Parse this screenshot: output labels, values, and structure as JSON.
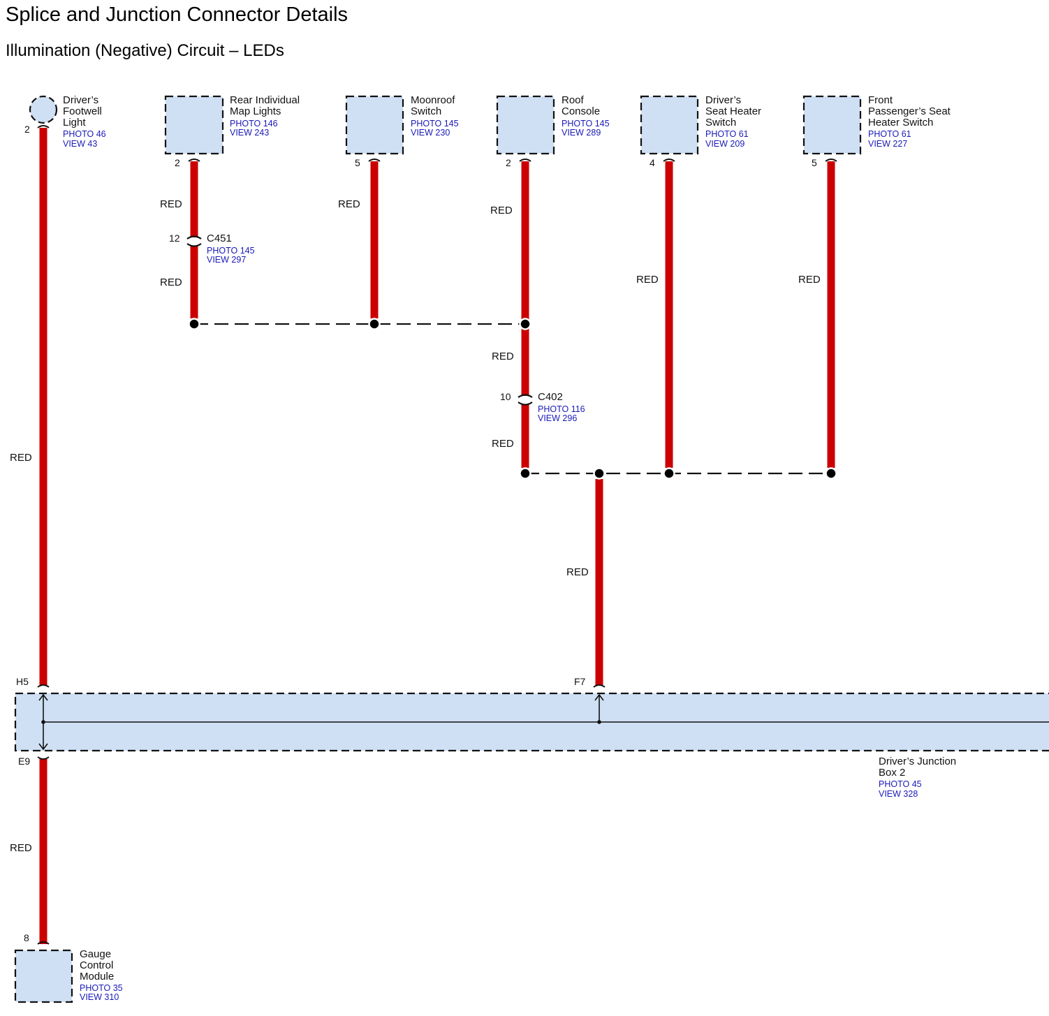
{
  "title": "Splice and Junction Connector Details",
  "subtitle": "Illumination (Negative) Circuit – LEDs",
  "components": {
    "footwell": {
      "name": [
        "Driver’s",
        "Footwell",
        "Light"
      ],
      "photo": "PHOTO 46",
      "view": "VIEW 43",
      "pin": "2"
    },
    "map_lights": {
      "name": [
        "Rear Individual",
        "Map Lights"
      ],
      "photo": "PHOTO 146",
      "view": "VIEW 243",
      "pin": "2"
    },
    "moonroof": {
      "name": [
        "Moonroof",
        "Switch"
      ],
      "photo": "PHOTO 145",
      "view": "VIEW 230",
      "pin": "5"
    },
    "roof_console": {
      "name": [
        "Roof",
        "Console"
      ],
      "photo": "PHOTO 145",
      "view": "VIEW 289",
      "pin": "2"
    },
    "driver_seat": {
      "name": [
        "Driver’s",
        "Seat Heater",
        "Switch"
      ],
      "photo": "PHOTO 61",
      "view": "VIEW 209",
      "pin": "4"
    },
    "pass_seat": {
      "name": [
        "Front",
        "Passenger’s Seat",
        "Heater Switch"
      ],
      "photo": "PHOTO 61",
      "view": "VIEW 227",
      "pin": "5"
    },
    "jbox": {
      "name": [
        "Driver’s Junction",
        "Box 2"
      ],
      "photo": "PHOTO 45",
      "view": "VIEW 328",
      "pins": {
        "h5": "H5",
        "f7": "F7",
        "e9": "E9"
      }
    },
    "gauge": {
      "name": [
        "Gauge",
        "Control",
        "Module"
      ],
      "photo": "PHOTO 35",
      "view": "VIEW 310",
      "pin": "8"
    }
  },
  "connectors": {
    "c451": {
      "id": "C451",
      "pin": "12",
      "photo": "PHOTO 145",
      "view": "VIEW 297"
    },
    "c402": {
      "id": "C402",
      "pin": "10",
      "photo": "PHOTO 116",
      "view": "VIEW 296"
    }
  },
  "wire_color": "RED",
  "colors": {
    "wire": "#cc0000",
    "box_fill": "#cfe0f4",
    "ref_text": "#1a1ab8"
  }
}
